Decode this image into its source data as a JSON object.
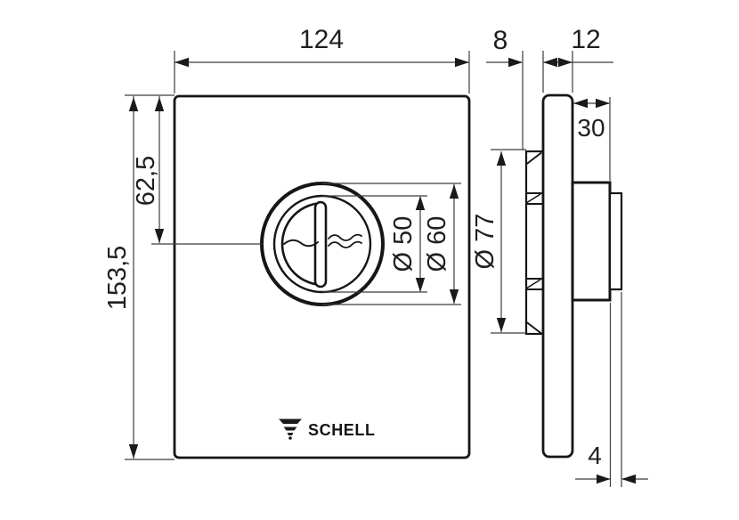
{
  "front_view": {
    "width_label": "124",
    "height_label": "153,5",
    "button_center_label": "62,5",
    "inner_diameter_label": "Ø 50",
    "outer_diameter_label": "Ø 60",
    "logo": "SCHELL"
  },
  "side_view": {
    "wall_offset_label": "8",
    "plate_thickness_label": "12",
    "housing_depth_label": "30",
    "ring_diameter_label": "Ø 77",
    "stub_label": "4"
  },
  "colors": {
    "background": "#ffffff",
    "object_line": "#161616",
    "dimension_line": "#3c3c3c",
    "text": "#1f1f1f"
  }
}
